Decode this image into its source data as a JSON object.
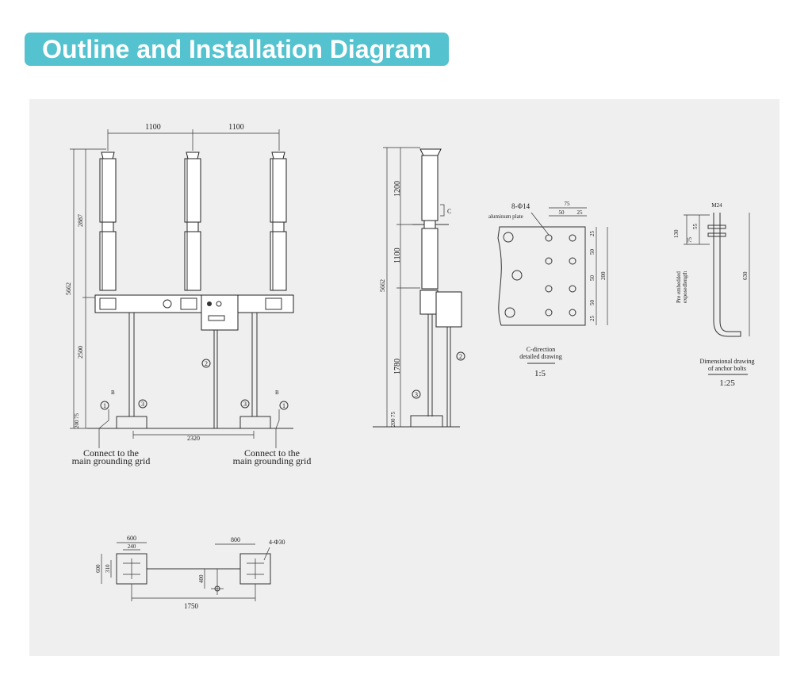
{
  "header": {
    "title": "Outline and Installation Diagram"
  },
  "front_view": {
    "dim_top_left": "1100",
    "dim_top_right": "1100",
    "dim_total_height": "5662",
    "dim_upper": "2887",
    "dim_lower": "2500",
    "dim_75": "75",
    "dim_200": "200",
    "dim_base_span": "2320",
    "mark_b": "B",
    "callout_1": "1",
    "callout_2": "2",
    "callout_3": "3",
    "note_left_line1": "Connect to the",
    "note_left_line2": "main grounding grid",
    "note_right_line1": "Connect to the",
    "note_right_line2": "main grounding grid"
  },
  "side_view": {
    "dim_total_height": "5662",
    "dim_1200": "1200",
    "dim_1100": "1100",
    "dim_1780": "1780",
    "dim_75": "75",
    "dim_200": "200",
    "mark_c": "C",
    "callout_2": "2",
    "callout_3": "3"
  },
  "c_detail": {
    "holes_label": "8-Φ14",
    "plate_label": "aluminum plate",
    "dim_75": "75",
    "dim_50": "50",
    "dim_25": "25",
    "dim_v_25a": "25",
    "dim_v_50a": "50",
    "dim_v_50b": "50",
    "dim_v_50c": "50",
    "dim_v_25b": "25",
    "dim_200": "200",
    "caption_line1": "C-direction",
    "caption_line2": "detailed drawing",
    "scale": "1:5"
  },
  "anchor_bolt": {
    "thread": "M24",
    "dim_130": "130",
    "dim_55": "55",
    "dim_75": "75",
    "dim_630": "630",
    "label_line1": "Pre embedded",
    "label_line2": "exposedlength",
    "caption_line1": "Dimensional drawing",
    "caption_line2": "of anchor bolts",
    "scale": "1:25"
  },
  "plan_view": {
    "dim_600_top": "600",
    "dim_240": "240",
    "dim_600_side": "600",
    "dim_310": "310",
    "dim_800": "800",
    "holes": "4-Φ30",
    "dim_400": "400",
    "dim_1750": "1750"
  }
}
